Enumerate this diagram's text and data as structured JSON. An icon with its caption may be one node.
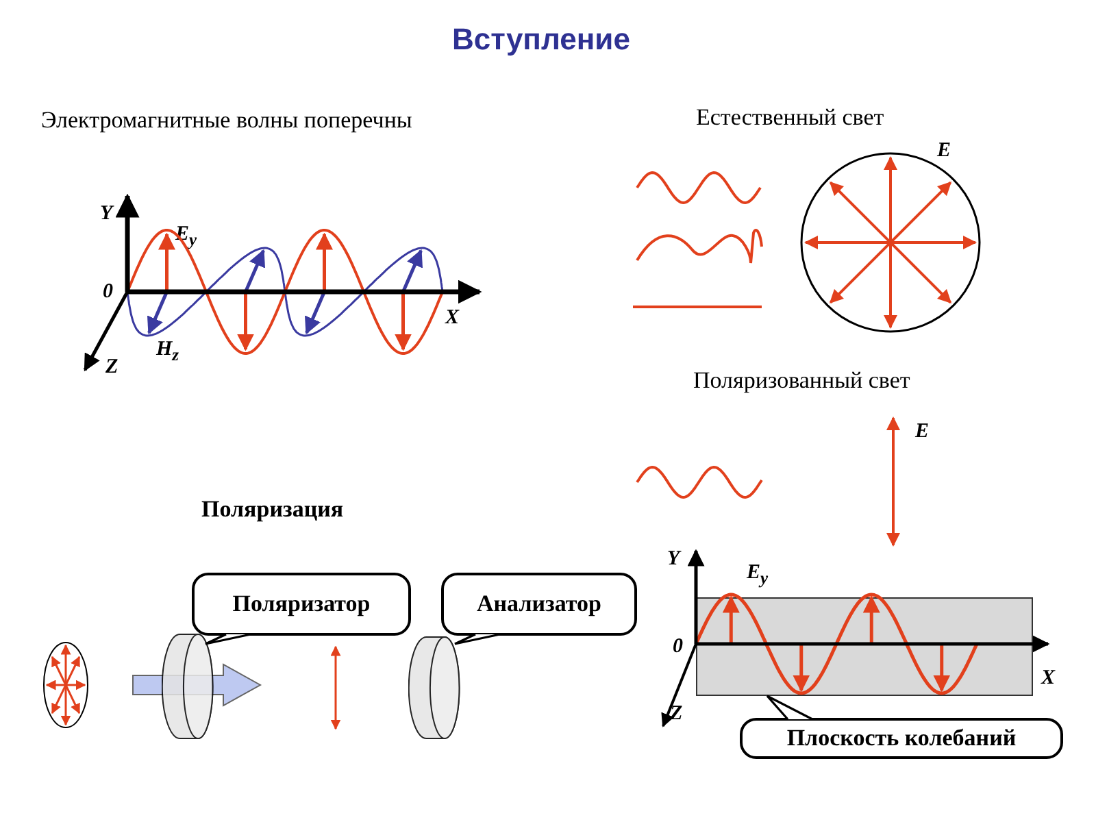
{
  "diagram": {
    "title": "Вступление",
    "nodes": [
      {
        "text": [
          "Поляризатор"
        ]
      },
      {
        "text": [],
        "shape": "cylinder"
      },
      {
        "text": [
          "Анализатор"
        ]
      },
      {
        "text": [],
        "shape": "cylinder"
      },
      {
        "text": [
          "Плоскость колебаний"
        ]
      },
      {
        "text": [],
        "shape": "box"
      }
    ],
    "edges": [
      {
        "from": 0,
        "to": 1,
        "arrow": "none"
      },
      {
        "from": 2,
        "to": 3,
        "arrow": "none"
      },
      {
        "from": 4,
        "to": 5,
        "arrow": "none"
      }
    ],
    "labels": [
      "Электромагнитные волны поперечны",
      "Y",
      "E$_{y}$",
      "0",
      "X",
      "H$_{z}$",
      "Z",
      "Естественный свет",
      "E",
      "Поляризованный свет",
      "E",
      "Поляризация",
      "Y",
      "E$_{y}$",
      "0",
      "X",
      "Z"
    ]
  }
}
